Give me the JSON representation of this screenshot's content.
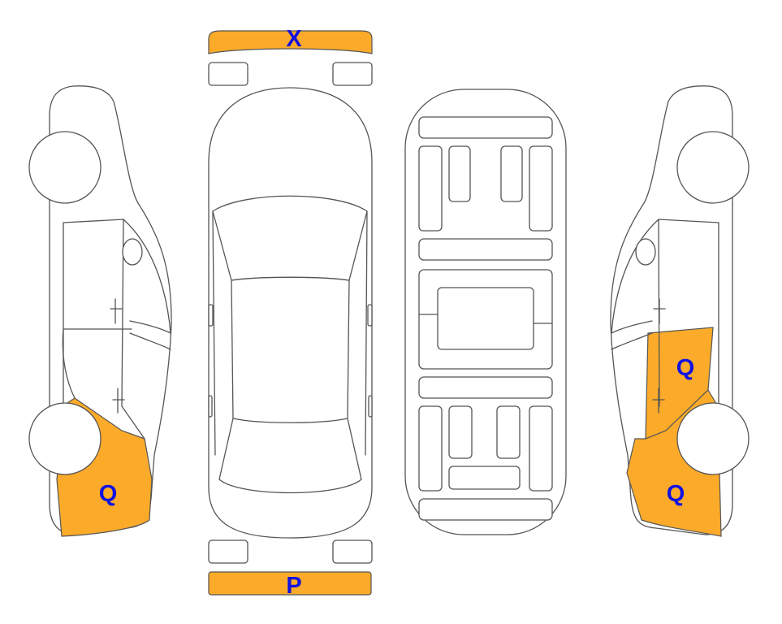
{
  "colors": {
    "damage_fill": "#fbab29",
    "label_text": "#1212e0",
    "outline": "#555555",
    "background": "#ffffff"
  },
  "diagram": {
    "front_bumper": {
      "code": "X",
      "damaged": true
    },
    "rear_bumper": {
      "code": "P",
      "damaged": true
    },
    "left_side": {
      "rear_section": {
        "code": "Q",
        "damaged": true
      }
    },
    "right_side": {
      "rear_door": {
        "code": "Q",
        "damaged": true
      },
      "rear_quarter": {
        "code": "Q",
        "damaged": true
      }
    }
  }
}
